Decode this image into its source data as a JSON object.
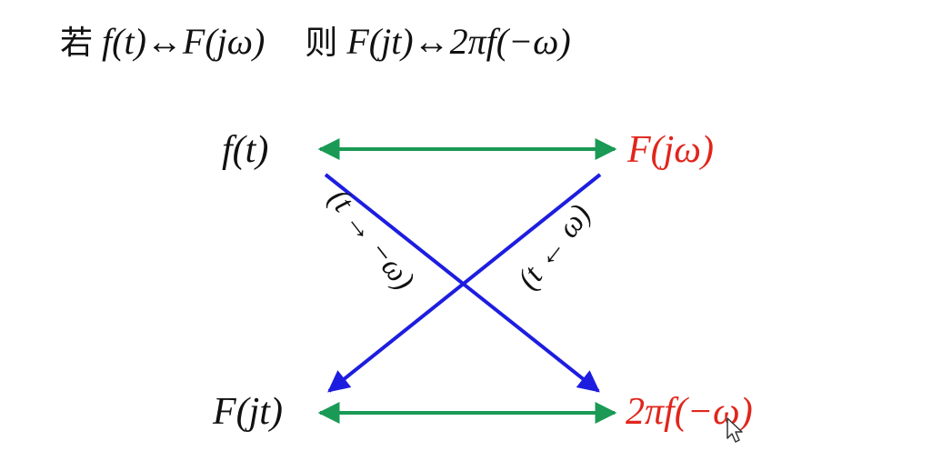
{
  "title": {
    "cjk_if": "若",
    "expr1": "f(t)↔F(jω)",
    "cjk_then": "则",
    "expr2": "F(jt)↔2πf(−ω)"
  },
  "diagram": {
    "top_left": "f(t)",
    "top_right": "F(jω)",
    "bottom_left": "F(jt)",
    "bottom_right": "2πf(−ω)",
    "left_diagonal_label": "(t → −ω)",
    "right_diagonal_label": "(t ← ω)"
  },
  "colors": {
    "black_text": "#111111",
    "red_text": "#e0261c",
    "horizontal_arrows": "#1a9a55",
    "diagonal_arrows": "#1d1de0"
  },
  "icons": {
    "cursor": "mouse-pointer-icon"
  }
}
